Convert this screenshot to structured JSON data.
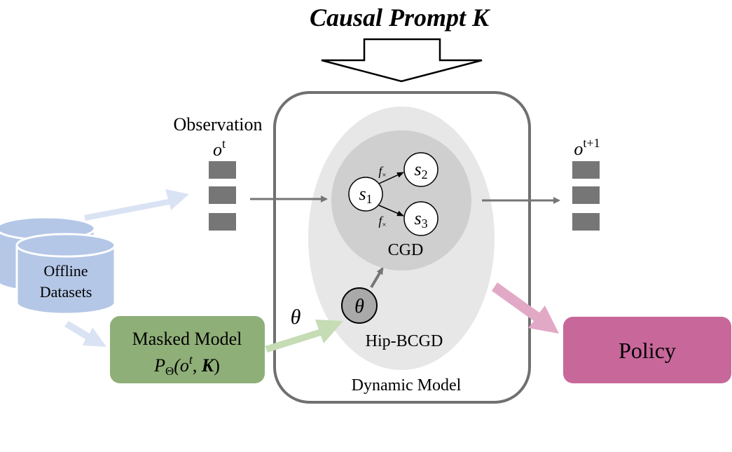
{
  "title": "Causal Prompt K",
  "observation": {
    "label": "Observation",
    "var": "o",
    "sup": "t"
  },
  "next_observation": {
    "var": "o",
    "sup": "t+1"
  },
  "datasets": {
    "line1": "Offline",
    "line2": "Datasets"
  },
  "masked_model": {
    "line1": "Masked Model",
    "formula_prefix": "P",
    "formula_sub": "Θ",
    "formula_open": "(o",
    "formula_sup": "t",
    "formula_comma": ", ",
    "formula_bold": "K",
    "formula_close": ")"
  },
  "theta_label": "θ",
  "theta_node": "θ",
  "nodes": {
    "s1": "s",
    "s1_sub": "1",
    "s2": "s",
    "s2_sub": "2",
    "s3": "s",
    "s3_sub": "3"
  },
  "edge_label": "f",
  "edge_label_sub": "×",
  "cgd_label": "CGD",
  "hip_label": "Hip-BCGD",
  "dynamic_label": "Dynamic Model",
  "policy_label": "Policy",
  "colors": {
    "database": "#b4c7e7",
    "database_stroke": "#ffffff",
    "masked_model": "#8faf78",
    "policy": "#c8679a",
    "pink_arrow": "#e2a9c6",
    "green_arrow": "#c5dcb5",
    "blue_arrow": "#dae3f3",
    "gray_bar": "#767676",
    "outer_ellipse": "#e7e7e7",
    "inner_ellipse": "#d0cfcf",
    "frame": "#707070"
  }
}
